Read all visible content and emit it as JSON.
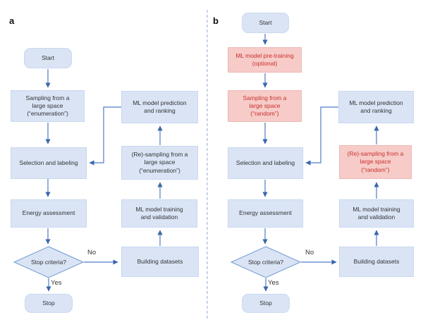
{
  "figure": {
    "panel_a": {
      "label": "a",
      "nodes": {
        "start": "Start",
        "sampling": "Sampling from a\nlarge space\n(“enumeration”)",
        "ml_prediction": "ML model prediction\nand ranking",
        "selection": "Selection and labeling",
        "resampling": "(Re)-sampling from a\nlarge space\n(“enumeration”)",
        "energy": "Energy assessment",
        "ml_training": "ML model training\nand validation",
        "stop_criteria": "Stop criteria?",
        "building": "Building datasets",
        "stop": "Stop",
        "edge_no": "No",
        "edge_yes": "Yes"
      }
    },
    "panel_b": {
      "label": "b",
      "nodes": {
        "start": "Start",
        "pretraining": "ML model pre-training\n(optional)",
        "sampling": "Sampling from a\nlarge space\n(“random”)",
        "ml_prediction": "ML model prediction\nand ranking",
        "selection": "Selection and labeling",
        "resampling": "(Re)-sampling from a\nlarge space\n(“random”)",
        "energy": "Energy assessment",
        "ml_training": "ML model training\nand validation",
        "stop_criteria": "Stop criteria?",
        "building": "Building datasets",
        "stop": "Stop",
        "edge_no": "No",
        "edge_yes": "Yes"
      }
    },
    "colors": {
      "node_fill_blue": "#dae4f5",
      "node_border_blue": "#c9d8f0",
      "node_fill_red": "#f6cbc8",
      "node_text_red": "#c9302c",
      "node_text_dark": "#333333",
      "arrow_blue": "#4d7cc7",
      "arrowhead_blue": "#3a66ad",
      "diamond_stroke": "#6f9ad3",
      "divider_dash": "#b6c6e0"
    }
  }
}
